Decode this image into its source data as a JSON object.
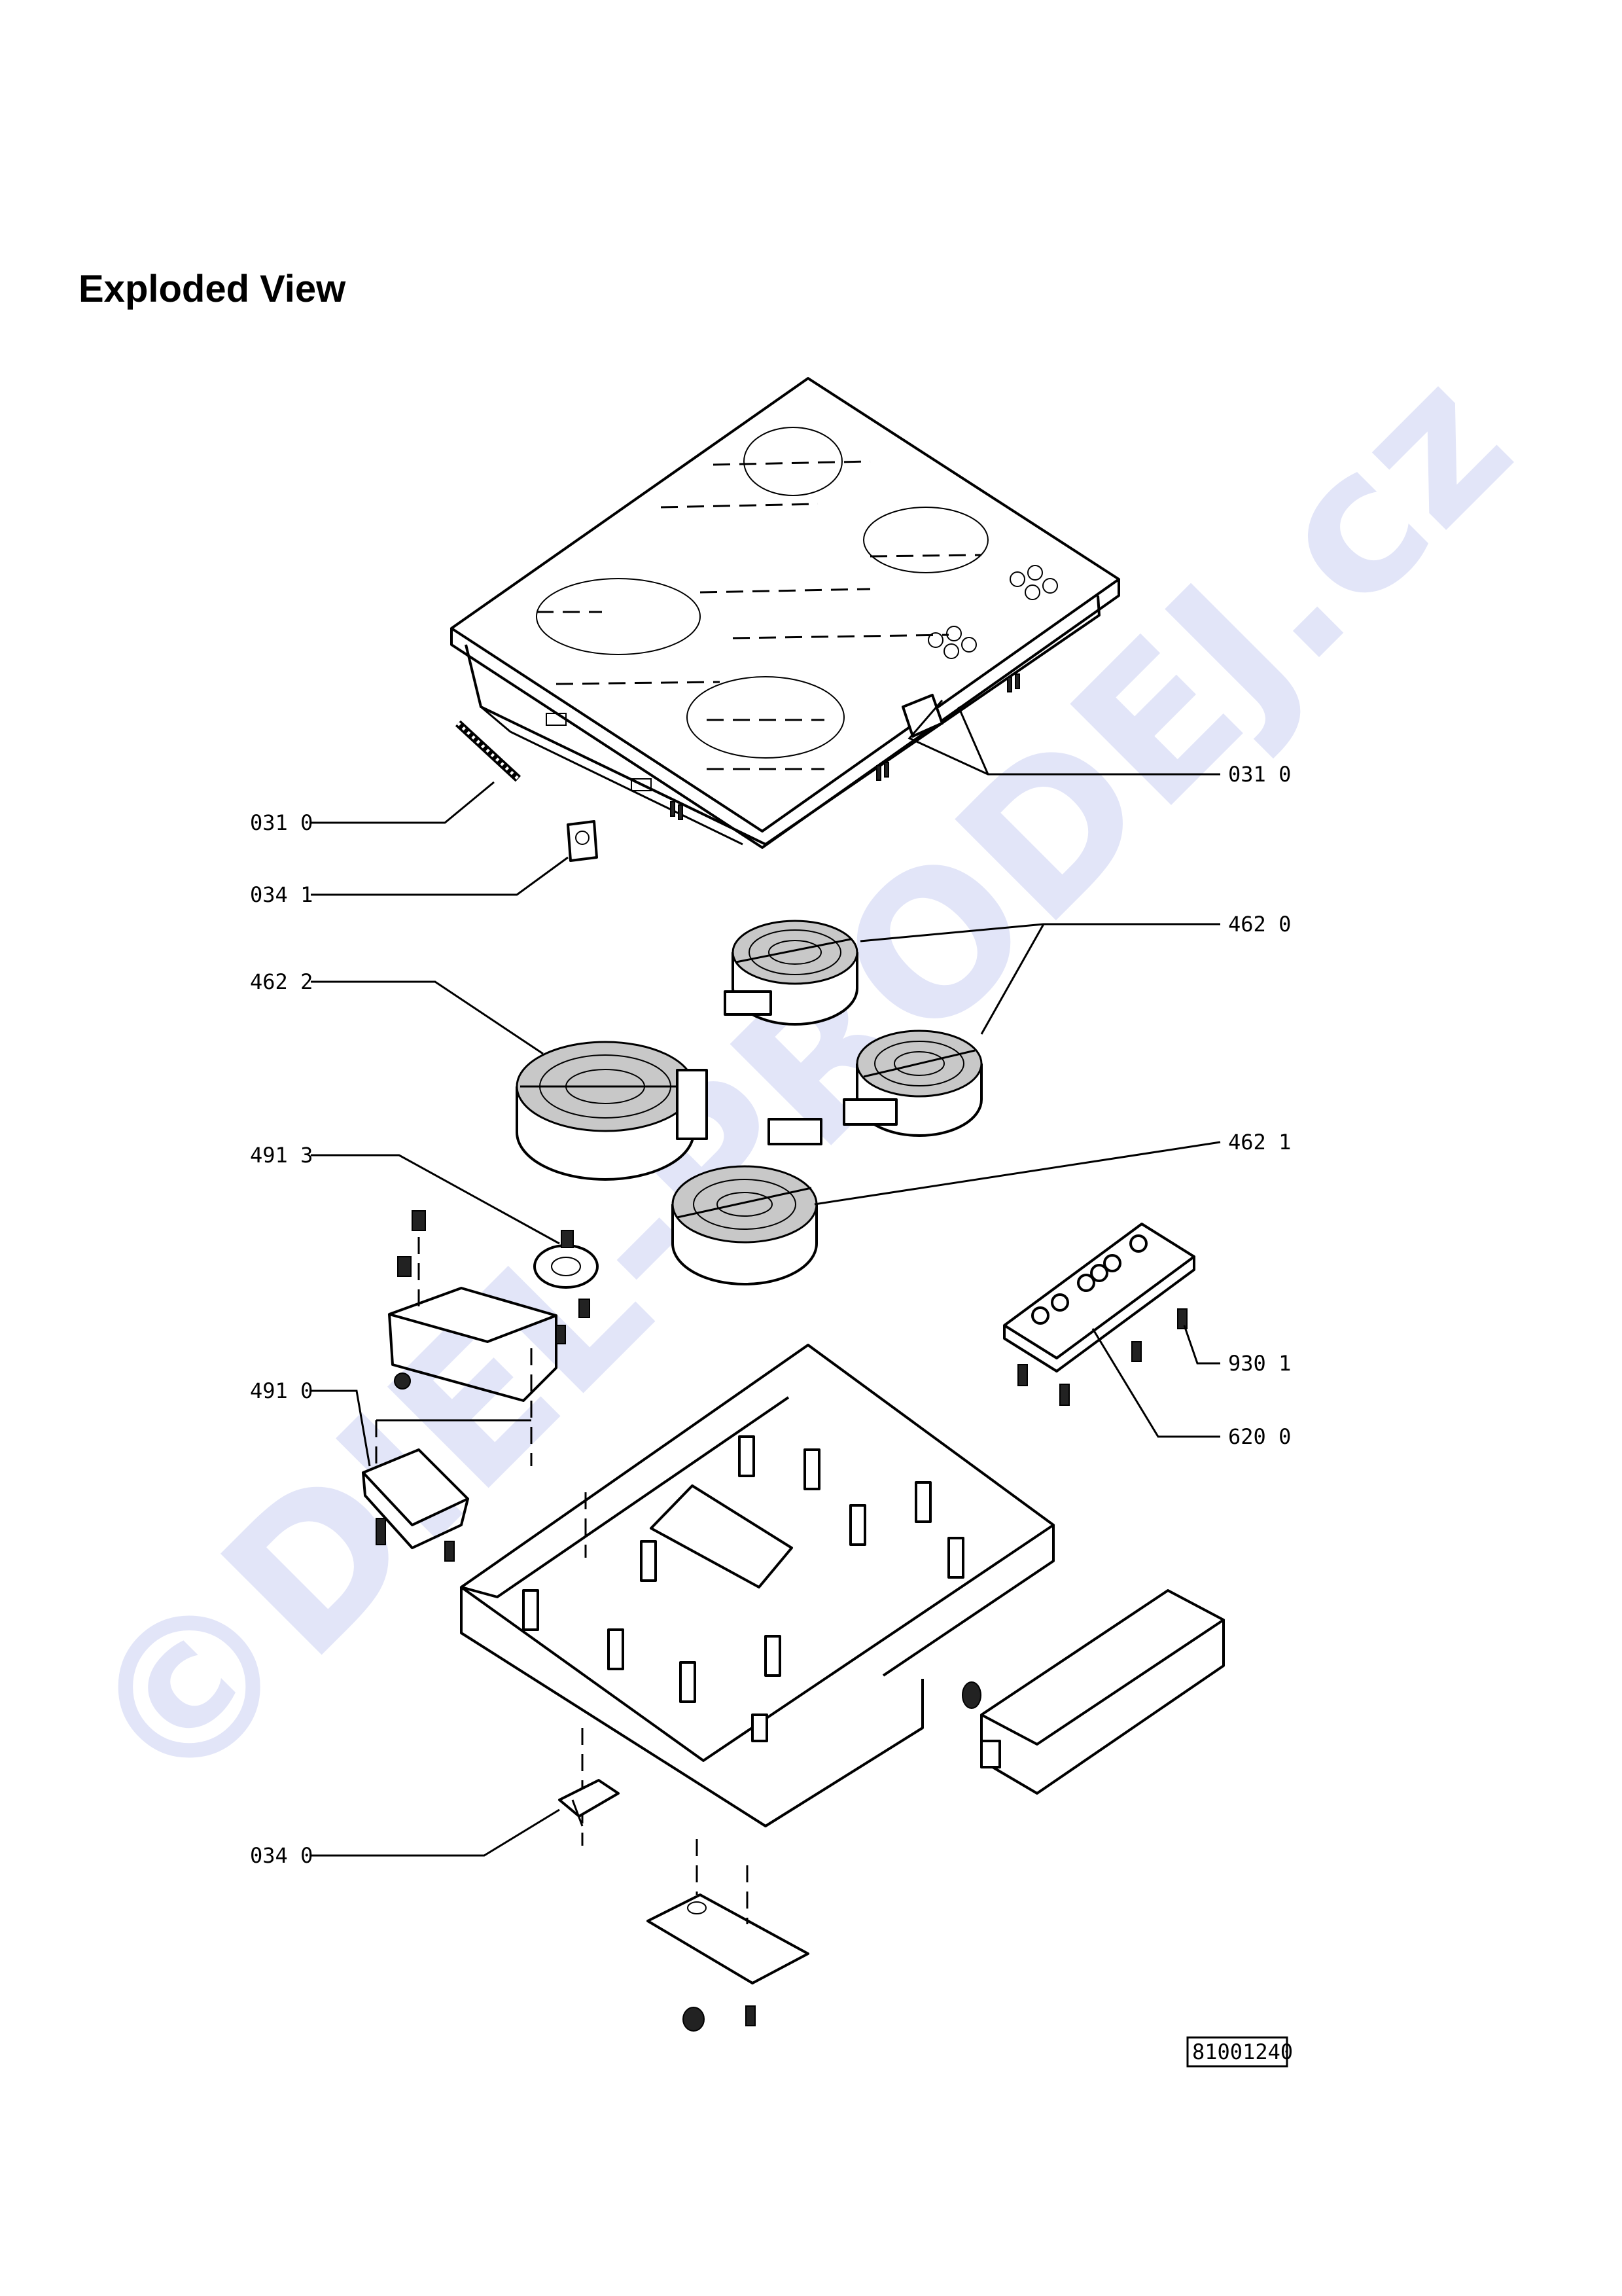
{
  "title": "Exploded View",
  "watermark": "©DIEL-PRODEJ.cz",
  "drawing_number": "81001240",
  "callouts": [
    {
      "id": "031_0_left",
      "text": "031 0"
    },
    {
      "id": "031_0_right",
      "text": "031 0"
    },
    {
      "id": "034_1",
      "text": "034 1"
    },
    {
      "id": "462_0",
      "text": "462 0"
    },
    {
      "id": "462_2",
      "text": "462 2"
    },
    {
      "id": "462_1",
      "text": "462 1"
    },
    {
      "id": "491_3",
      "text": "491 3"
    },
    {
      "id": "491_0",
      "text": "491 0"
    },
    {
      "id": "930_1",
      "text": "930 1"
    },
    {
      "id": "620_0",
      "text": "620 0"
    },
    {
      "id": "034_0",
      "text": "034 0"
    }
  ]
}
